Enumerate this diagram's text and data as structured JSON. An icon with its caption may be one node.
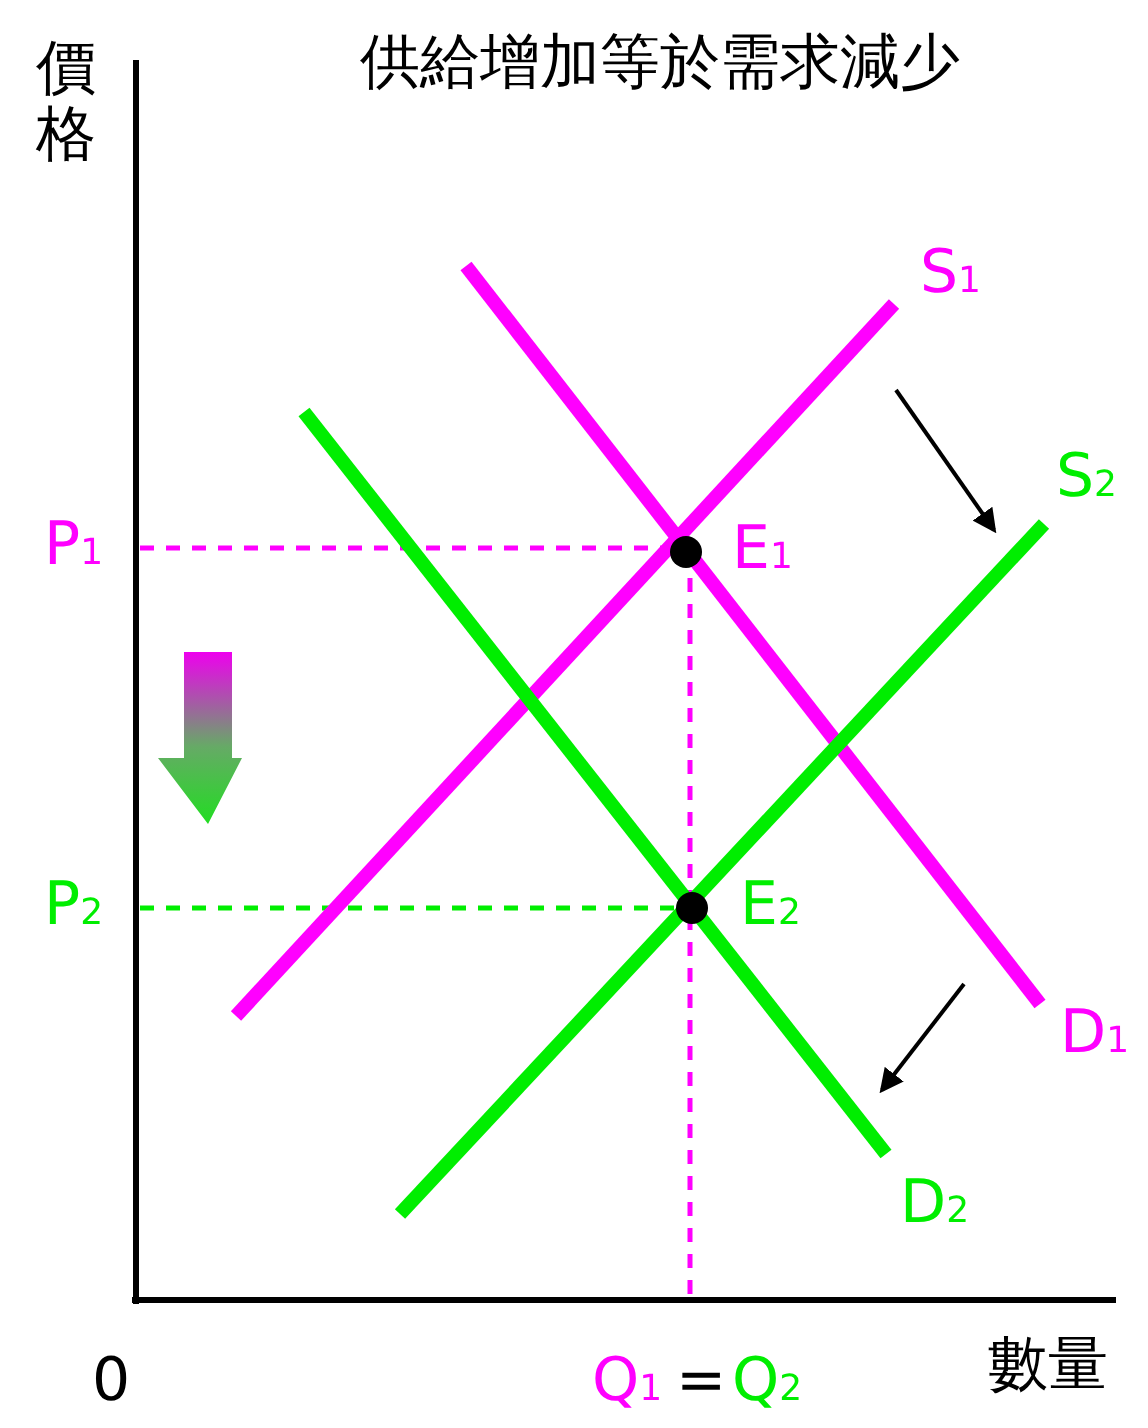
{
  "diagram": {
    "title": "供給增加等於需求減少",
    "labels": [
      "價格",
      "S$_{1}$",
      "S$_{2}$",
      "P$_{1}$",
      "E$_{1}$",
      "P$_{2}$",
      "E$_{2}$",
      "D$_{1}$",
      "D$_{2}$",
      "0",
      "Q$_{1}$",
      "=",
      "Q$_{2}$",
      "數量"
    ]
  }
}
